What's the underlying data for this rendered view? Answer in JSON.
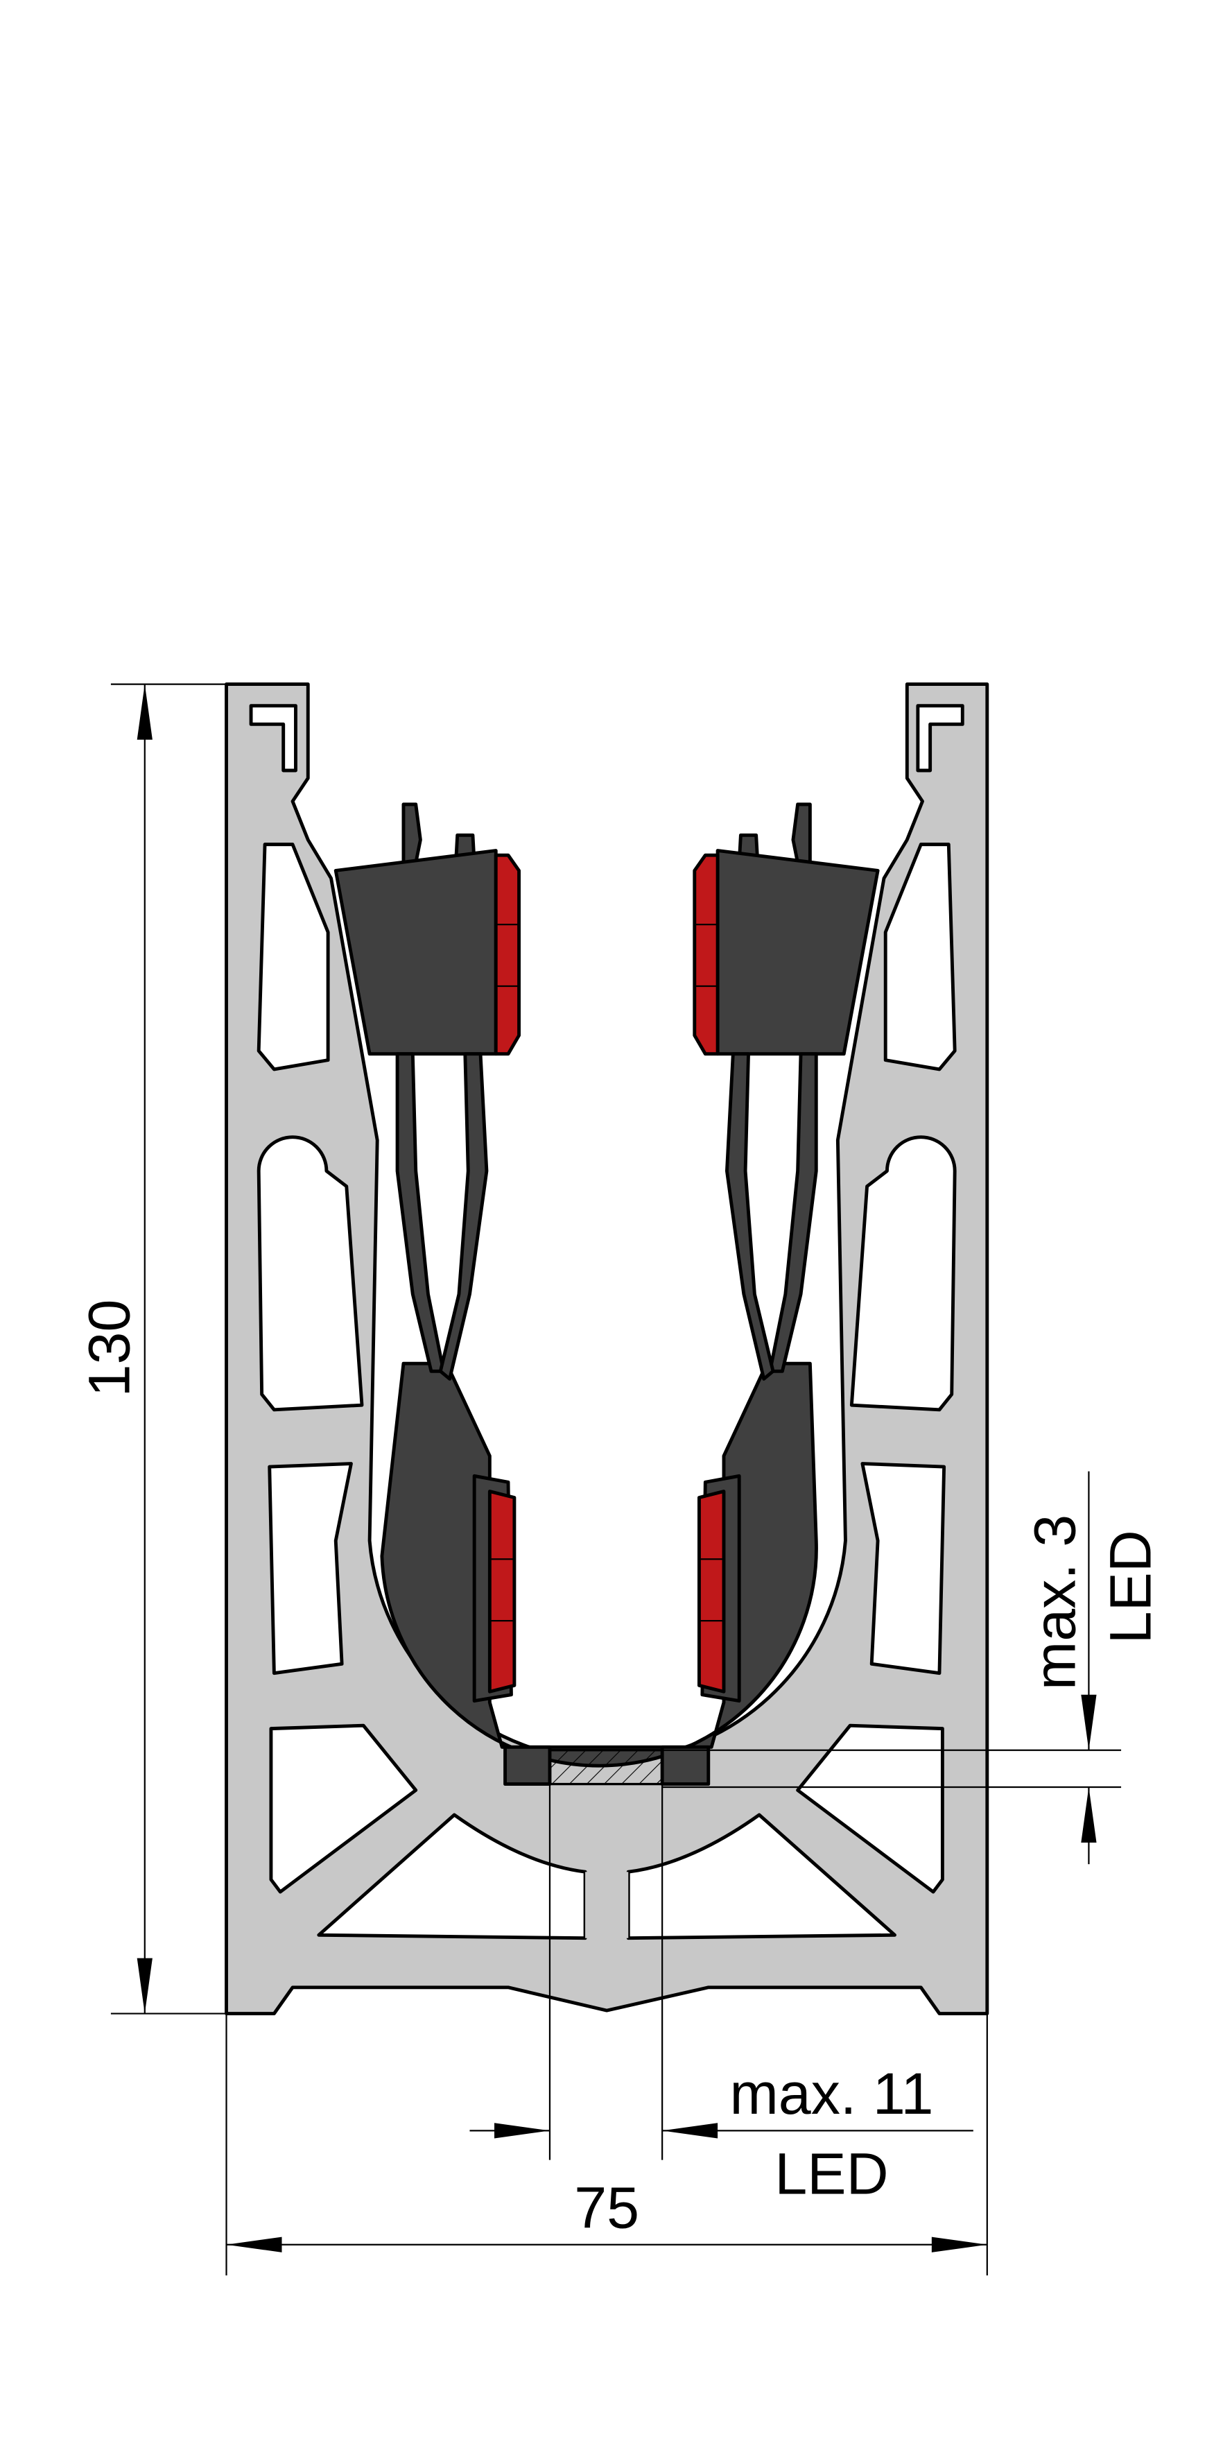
{
  "dimensions": {
    "height": "130",
    "width": "75",
    "led_width_max": "max. 11",
    "led_width_label": "LED",
    "led_height_max": "max. 3",
    "led_height_label": "LED"
  },
  "colors": {
    "profile": "#c8c8c8",
    "holder": "#404040",
    "seal": "#c0181a",
    "outline": "#000000"
  }
}
